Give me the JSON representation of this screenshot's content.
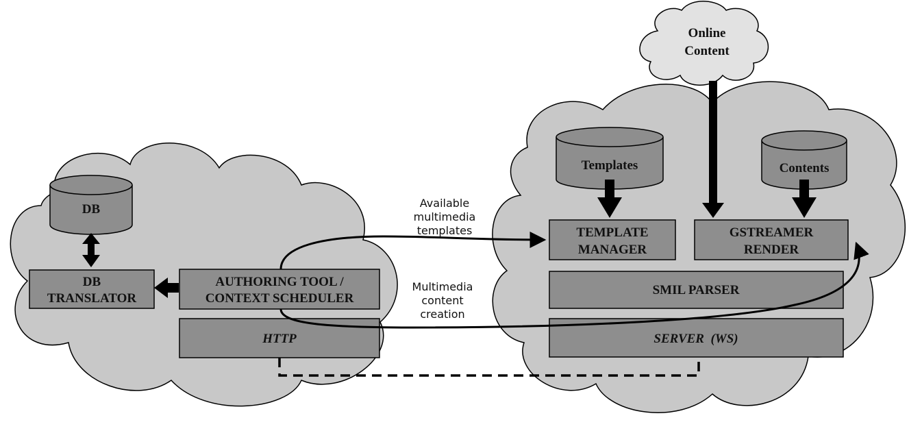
{
  "colors": {
    "cloud_fill": "#c8c8c8",
    "box_fill": "#8e8e8e",
    "db_fill": "#8e8e8e",
    "online_cloud_fill": "#e2e2e2",
    "stroke": "#000000"
  },
  "left": {
    "db_label": "DB",
    "db_translator_line1": "DB",
    "db_translator_line2": "TRANSLATOR",
    "authoring_line1": "AUTHORING TOOL /",
    "authoring_line2": "CONTEXT SCHEDULER",
    "http_label": "HTTP"
  },
  "right": {
    "online_line1": "Online",
    "online_line2": "Content",
    "templates_db": "Templates",
    "contents_db": "Contents",
    "template_manager_line1": "TEMPLATE",
    "template_manager_line2": "MANAGER",
    "gstreamer_line1": "GSTREAMER",
    "gstreamer_line2": "RENDER",
    "smil_parser": "SMIL PARSER",
    "server_ws": "SERVER  (WS)"
  },
  "annotations": {
    "available_line1": "Available",
    "available_line2": "multimedia",
    "available_line3": "templates",
    "creation_line1": "Multimedia",
    "creation_line2": "content",
    "creation_line3": "creation"
  }
}
